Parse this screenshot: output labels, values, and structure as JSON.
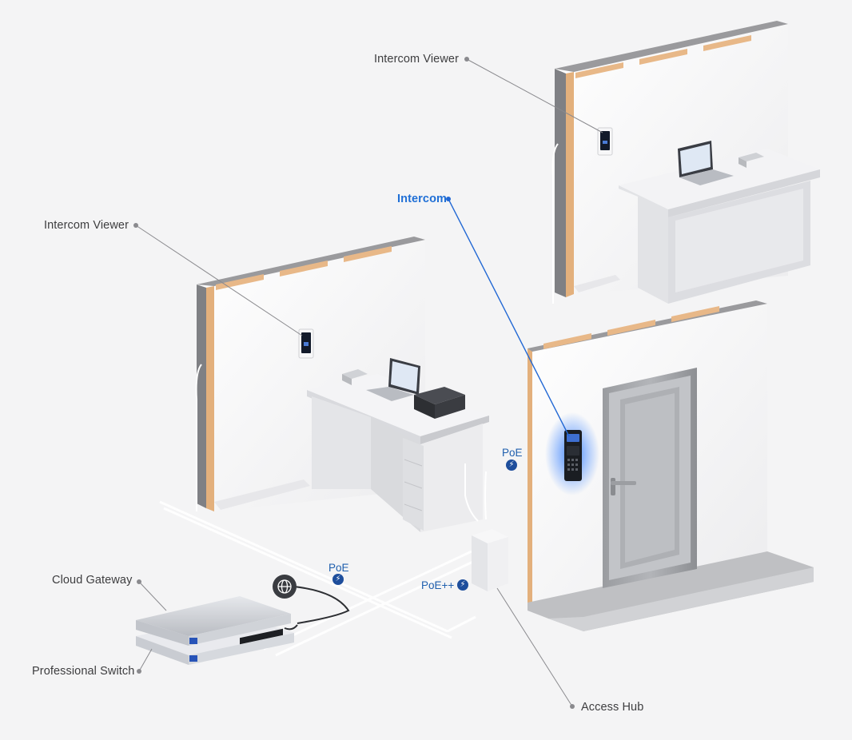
{
  "labels": {
    "viewer_top": "Intercom Viewer",
    "viewer_left": "Intercom Viewer",
    "intercom": "Intercom",
    "cloud_gateway": "Cloud Gateway",
    "professional_switch": "Professional Switch",
    "access_hub": "Access Hub"
  },
  "poe": {
    "door": "PoE",
    "switch": "PoE",
    "hub": "PoE++"
  },
  "colors": {
    "accent": "#1f6fd6",
    "poe_badge": "#1e4e9c",
    "intercom_glow": "#2f7bff",
    "wall_insulation": "#e3b07c",
    "wall_core": "#8a8a8a"
  },
  "icons": [
    "globe-icon",
    "bolt-icon"
  ]
}
